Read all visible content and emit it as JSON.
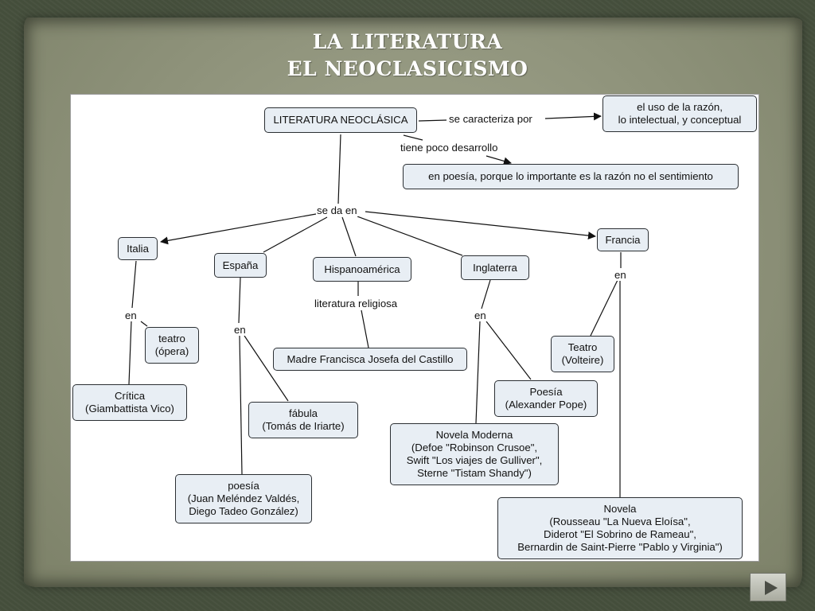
{
  "title": {
    "line1": "LA LITERATURA",
    "line2": "EL NEOCLASICISMO"
  },
  "concepts": {
    "root": "LITERATURA NEOCLÁSICA",
    "razon": [
      "el uso de la razón,",
      "lo intelectual, y conceptual"
    ],
    "poesia_razon": "en poesía, porque lo importante es la razón no el sentimiento",
    "italia": "Italia",
    "espana": "España",
    "hispanoamerica": "Hispanoamérica",
    "inglaterra": "Inglaterra",
    "francia": "Francia",
    "teatro_opera": [
      "teatro",
      "(ópera)"
    ],
    "critica": [
      "Crítica",
      "(Giambattista Vico)"
    ],
    "fabula": [
      "fábula",
      "(Tomás de Iriarte)"
    ],
    "poesia_esp": [
      "poesía",
      "(Juan Meléndez Valdés,",
      "Diego Tadeo González)"
    ],
    "madre": "Madre Francisca Josefa del Castillo",
    "poesia_pope": [
      "Poesía",
      "(Alexander Pope)"
    ],
    "novela_moderna": [
      "Novela Moderna",
      "(Defoe \"Robinson Crusoe\",",
      "Swift \"Los viajes de Gulliver\",",
      "Sterne \"Tistam Shandy\")"
    ],
    "teatro_volteire": [
      "Teatro",
      "(Volteire)"
    ],
    "novela_fr": [
      "Novela",
      "(Rousseau \"La Nueva Eloísa\",",
      "Diderot \"El Sobrino de Rameau\",",
      "Bernardin de Saint-Pierre \"Pablo y Virginia\")"
    ]
  },
  "links": {
    "caracteriza": "se caracteriza por",
    "poco_desarrollo": "tiene poco desarrollo",
    "se_da_en": "se da en",
    "en_italia": "en",
    "en_espana": "en",
    "literatura_religiosa": "literatura religiosa",
    "en_inglaterra": "en",
    "en_francia": "en"
  },
  "nav": {
    "next_icon": "play-arrow-icon"
  }
}
